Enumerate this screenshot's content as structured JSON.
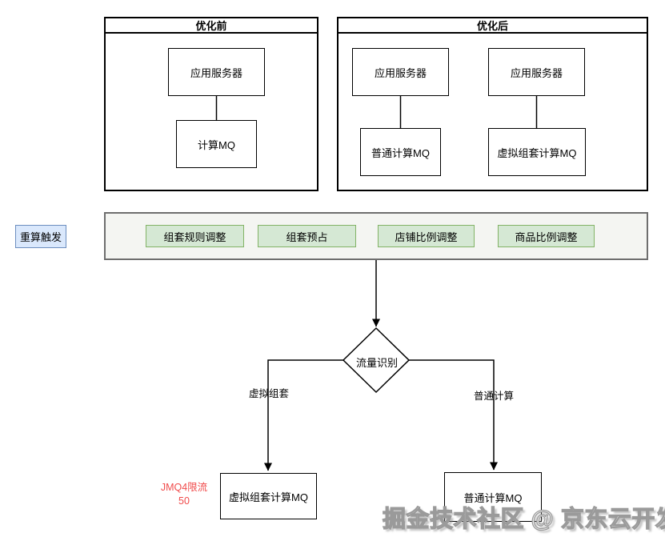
{
  "diagram": {
    "before_panel": {
      "title": "优化前",
      "nodes": {
        "app_server": "应用服务器",
        "mq": "计算MQ"
      }
    },
    "after_panel": {
      "title": "优化后",
      "nodes": {
        "app_server_left": "应用服务器",
        "app_server_right": "应用服务器",
        "normal_mq": "普通计算MQ",
        "virtual_mq": "虚拟组套计算MQ"
      }
    },
    "trigger": {
      "label": "重算触发"
    },
    "adjustment_panel": {
      "items": [
        {
          "label": "组套规则调整"
        },
        {
          "label": "组套预占"
        },
        {
          "label": "店铺比例调整"
        },
        {
          "label": "商品比例调整"
        }
      ]
    },
    "flow": {
      "decision_label": "流量识别",
      "left_branch_label": "虚拟组套",
      "right_branch_label": "普通计算",
      "left_target_label": "虚拟组套计算MQ",
      "right_target_label": "普通计算MQ",
      "rate_limit_note_line1": "JMQ4限流",
      "rate_limit_note_line2": "50"
    },
    "watermark": "掘金技术社区 @ 京东云开发者"
  },
  "colors": {
    "node_border": "#000000",
    "trigger_fill": "#dae8fc",
    "trigger_border": "#6c8ebf",
    "adjust_panel_fill": "#f4f5f2",
    "adjust_panel_border": "#6e6e6e",
    "button_fill": "#d5e8d4",
    "button_border": "#82b366",
    "rate_limit_text": "#f04a4a",
    "watermark_gray": "#9a9a9a"
  }
}
